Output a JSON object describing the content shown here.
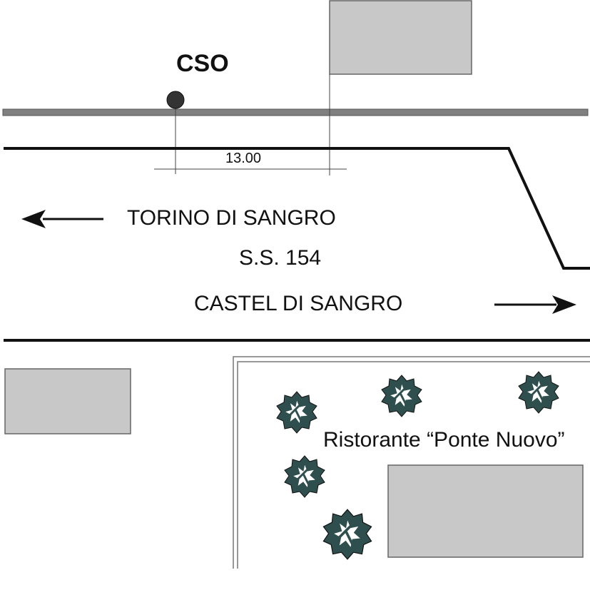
{
  "map": {
    "station_label": "CSO",
    "distance_label": "13.00",
    "direction_north": "TORINO DI SANGRO",
    "road_name": "S.S. 154",
    "direction_south": "CASTEL DI SANGRO",
    "restaurant_name": "Ristorante “Ponte Nuovo”",
    "icons": [
      "station-marker-icon",
      "left-arrow-icon",
      "right-arrow-icon",
      "tree-icon"
    ],
    "colors": {
      "building_fill": "#c8c8c8",
      "building_stroke": "#666666",
      "rail": "#808080",
      "road_edge": "#111111",
      "tree_dark": "#2f4f4f",
      "tree_green": "#2f7a4a"
    }
  }
}
